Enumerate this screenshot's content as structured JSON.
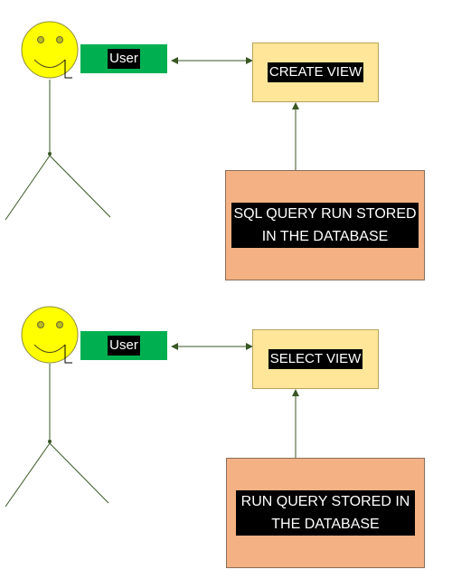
{
  "colors": {
    "face": "#ffff00",
    "user_box": "#00b050",
    "view_box": "#ffe699",
    "query_box": "#f4b183",
    "connector": "#385723",
    "label_bg": "#000000",
    "label_text": "#ffffff"
  },
  "flows": [
    {
      "actor": "stick-figure-smiley",
      "user_label": "User",
      "view_label": "CREATE VIEW",
      "query_label": "SQL QUERY RUN STORED IN THE DATABASE"
    },
    {
      "actor": "stick-figure-smiley",
      "user_label": "User",
      "view_label": "SELECT VIEW",
      "query_label": "RUN QUERY STORED IN THE DATABASE"
    }
  ]
}
